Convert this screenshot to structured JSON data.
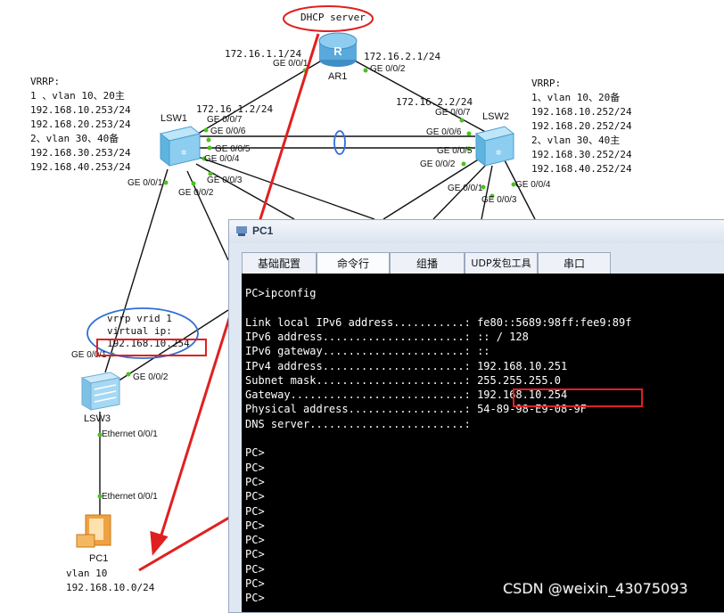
{
  "diagram": {
    "annotations": {
      "dhcp_server": "DHCP server"
    },
    "devices": {
      "ar1": "AR1",
      "lsw1": "LSW1",
      "lsw2": "LSW2",
      "lsw3": "LSW3",
      "pc1": "PC1"
    },
    "ips": {
      "ar1_g001": "172.16.1.1/24",
      "ar1_g002": "172.16.2.1/24",
      "lsw1_g007": "172.16.1.2/24",
      "lsw2_g007": "172.16.2.2/24"
    },
    "ports": {
      "ar1_g001": "GE 0/0/1",
      "ar1_g002": "GE 0/0/2",
      "lsw1_g007": "GE 0/0/7",
      "lsw1_g006": "GE 0/0/6",
      "lsw1_g005": "GE 0/0/5",
      "lsw1_g004": "GE 0/0/4",
      "lsw1_g003": "GE 0/0/3",
      "lsw1_g001": "GE 0/0/1",
      "lsw1_g002": "GE 0/0/2",
      "lsw2_g007": "GE 0/0/7",
      "lsw2_g006": "GE 0/0/6",
      "lsw2_g005": "GE 0/0/5",
      "lsw2_g002": "GE 0/0/2",
      "lsw2_g001": "GE 0/0/1",
      "lsw2_g004": "GE 0/0/4",
      "lsw2_g003": "GE 0/0/3",
      "lsw3_g001": "GE 0/0/1",
      "lsw3_g002": "GE 0/0/2",
      "lsw3_eth001": "Ethernet 0/0/1",
      "pc1_eth001": "Ethernet 0/0/1"
    },
    "vrrp_left": [
      "VRRP:",
      "1 、vlan 10、20主",
      "192.168.10.253/24",
      "192.168.20.253/24",
      "2、vlan 30、40备",
      "192.168.30.253/24",
      "192.168.40.253/24"
    ],
    "vrrp_right": [
      "VRRP:",
      "1、vlan 10、20备",
      "192.168.10.252/24",
      "192.168.20.252/24",
      "2、vlan 30、40主",
      "192.168.30.252/24",
      "192.168.40.252/24"
    ],
    "vip_note": [
      "vrrp vrid 1",
      "virtual ip:",
      "192.168.10.254"
    ],
    "pc1_note": [
      "vlan 10",
      "192.168.10.0/24"
    ]
  },
  "window": {
    "title": "PC1",
    "tabs": [
      "基础配置",
      "命令行",
      "组播",
      "UDP发包工具",
      "串口"
    ],
    "active_tab": "命令行"
  },
  "terminal": {
    "lines": [
      "PC>ipconfig",
      "",
      "Link local IPv6 address...........: fe80::5689:98ff:fee9:89f",
      "IPv6 address......................: :: / 128",
      "IPv6 gateway......................: ::",
      "IPv4 address......................: 192.168.10.251",
      "Subnet mask.......................: 255.255.255.0",
      "Gateway...........................: 192.168.10.254",
      "Physical address..................: 54-89-98-E9-08-9F",
      "DNS server........................:",
      "",
      "PC>",
      "PC>",
      "PC>",
      "PC>",
      "PC>",
      "PC>",
      "PC>",
      "PC>",
      "PC>",
      "PC>",
      "PC>"
    ]
  },
  "watermark": "CSDN @weixin_43075093",
  "colors": {
    "link": "#111111",
    "port_dot": "#49c21f",
    "highlight_red": "#e02020",
    "ellipse_blue": "#2f6fd6",
    "terminal_bg": "#000000",
    "terminal_fg": "#ffffff"
  }
}
